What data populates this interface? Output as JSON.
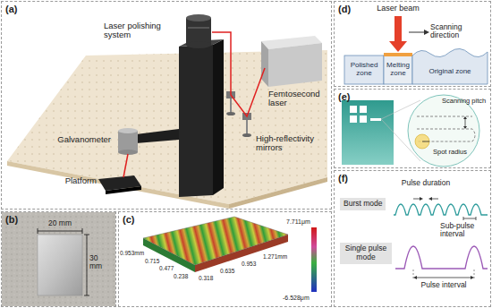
{
  "diagram": {
    "nodes": [
      {
        "text": [
          "(a)"
        ]
      },
      {
        "text": [
          "(b)"
        ]
      },
      {
        "text": [
          "(c)"
        ]
      },
      {
        "text": [
          "(d)"
        ]
      },
      {
        "text": [
          "(e)"
        ]
      },
      {
        "text": [
          "(f)"
        ]
      },
      {
        "text": [
          "Polished zone"
        ],
        "in": 3
      },
      {
        "text": [
          "Melting zone"
        ],
        "in": 3
      },
      {
        "text": [
          "Original zone"
        ],
        "in": 3
      },
      {
        "text": [
          "Burst mode"
        ],
        "in": 5
      },
      {
        "text": [
          "Single pulse mode"
        ],
        "in": 5
      }
    ],
    "labels": [
      "Laser polishing system",
      "Femtosecond laser",
      "Galvanometer",
      "High-reflectivity mirrors",
      "Platform",
      "20 mm",
      "30 mm",
      "7.711μm",
      "-6.528μm",
      "0.953mm",
      "0.715",
      "0.477",
      "0.238",
      "1.271mm",
      "0.953",
      "0.635",
      "0.318",
      "Laser beam",
      "Scanning direction",
      "Scanning pitch",
      "Spot radius",
      "Pulse duration",
      "Sub-pulse interval",
      "Pulse interval"
    ]
  }
}
